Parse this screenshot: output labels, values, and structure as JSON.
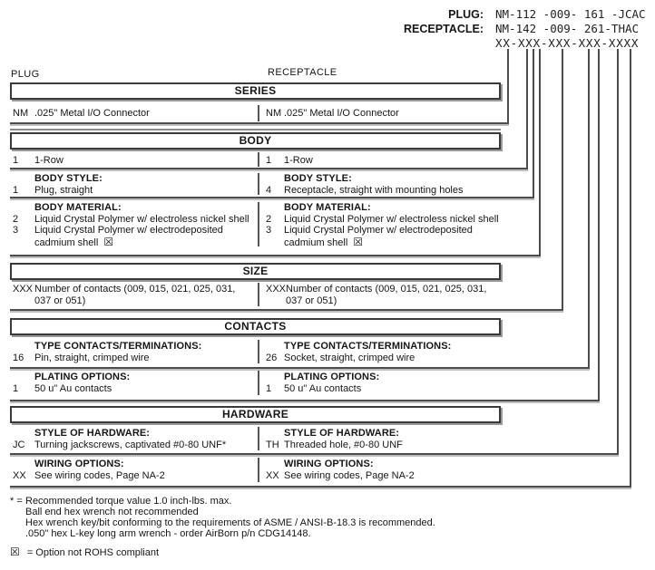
{
  "header": {
    "plug_label": "PLUG:",
    "plug_value": "NM-112 -009- 161 -JCAC",
    "receptacle_label": "RECEPTACLE:",
    "receptacle_value": "NM-142 -009- 261-THAC",
    "code_template": "XX-XXX-XXX-XXX-XXXX"
  },
  "columns": {
    "left": "PLUG",
    "right": "RECEPTACLE"
  },
  "sections": {
    "series": {
      "title": "SERIES",
      "row": {
        "code": "NM",
        "desc": ".025\" Metal I/O Connector"
      }
    },
    "body": {
      "title": "BODY",
      "row_count": {
        "code": "1",
        "desc": "1-Row"
      },
      "style": {
        "label": "BODY STYLE:",
        "plug": {
          "code": "1",
          "desc": "Plug, straight"
        },
        "receptacle": {
          "code": "4",
          "desc": "Receptacle, straight with mounting holes"
        }
      },
      "material": {
        "label": "BODY MATERIAL:",
        "option2": {
          "code": "2",
          "desc": "Liquid Crystal Polymer w/ electroless nickel shell"
        },
        "option3": {
          "code": "3",
          "desc_line1": "Liquid Crystal Polymer w/ electrodeposited",
          "desc_line2": "cadmium shell",
          "flag": "☒"
        }
      }
    },
    "size": {
      "title": "SIZE",
      "row": {
        "code": "XXX",
        "desc_line1": "Number of contacts (009, 015, 021, 025, 031,",
        "desc_line2": "037 or 051)"
      }
    },
    "contacts": {
      "title": "CONTACTS",
      "type": {
        "label": "TYPE CONTACTS/TERMINATIONS:",
        "plug": {
          "code": "16",
          "desc": "Pin, straight, crimped wire"
        },
        "receptacle": {
          "code": "26",
          "desc": "Socket, straight, crimped wire"
        }
      },
      "plating": {
        "label": "PLATING OPTIONS:",
        "row": {
          "code": "1",
          "desc": "50 u\" Au contacts"
        }
      }
    },
    "hardware": {
      "title": "HARDWARE",
      "style": {
        "label": "STYLE OF HARDWARE:",
        "plug": {
          "code": "JC",
          "desc": "Turning jackscrews, captivated #0-80 UNF*"
        },
        "receptacle": {
          "code": "TH",
          "desc": "Threaded hole, #0-80 UNF"
        }
      },
      "wiring": {
        "label": "WIRING OPTIONS:",
        "row": {
          "code": "XX",
          "desc": "See wiring codes, Page NA-2"
        }
      }
    }
  },
  "footnotes": {
    "asterisk_marker": "* =",
    "line1": "Recommended torque value 1.0 inch-lbs. max.",
    "line2": "Ball end hex wrench not recommended",
    "line3": "Hex wrench key/bit conforming to the requirements of ASME / ANSI-B-18.3 is recommended.",
    "line4": ".050\" hex L-key long arm wrench - order AirBorn p/n CDG14148.",
    "rohs_marker": "☒",
    "rohs_text": "= Option not ROHS compliant"
  }
}
